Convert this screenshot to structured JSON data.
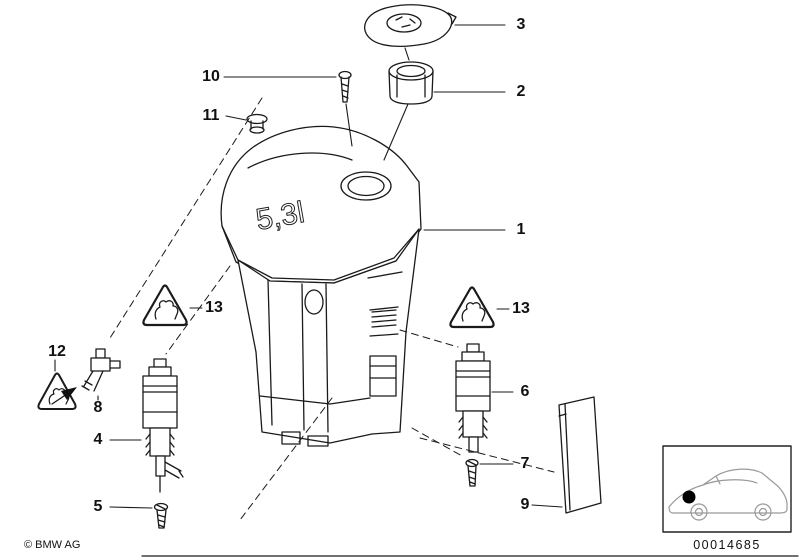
{
  "page": {
    "copyright": "© BMW AG",
    "doc_number": "00014685"
  },
  "diagram": {
    "tank_label": "5,3l",
    "callouts": {
      "c1": "1",
      "c2": "2",
      "c3": "3",
      "c4": "4",
      "c5": "5",
      "c6": "6",
      "c7": "7",
      "c8": "8",
      "c9": "9",
      "c10": "10",
      "c11": "11",
      "c12": "12",
      "c13_left": "13",
      "c13_right": "13"
    },
    "icons": {
      "warning_triangle": "triangle-with-hand-crush-warning",
      "car_thumbnail": "car-silhouette-with-location-dot"
    }
  }
}
